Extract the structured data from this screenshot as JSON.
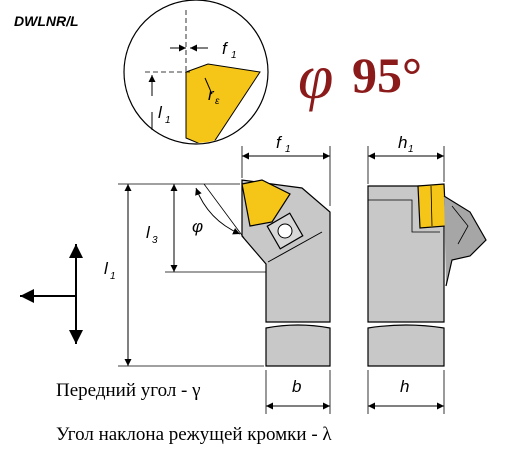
{
  "diagram": {
    "tool_code": "DWLNR/L",
    "angle_symbol": "φ",
    "angle_value": "95°",
    "labels": {
      "f1_detail": "f",
      "l1_detail": "l",
      "r_epsilon": "r",
      "r_epsilon_sub": "ε",
      "f1_top": "f",
      "h1_top": "h",
      "l1_side": "l",
      "l3": "l",
      "phi": "φ",
      "b": "b",
      "h": "h",
      "sub_1": "1",
      "sub_3": "3"
    },
    "captions": {
      "rake_angle": "Передний угол - γ",
      "inclination_angle": "Угол наклона режущей кромки - λ"
    },
    "colors": {
      "insert": "#f5c518",
      "holder": "#c8c8c8",
      "holder_dark": "#a6a6a6",
      "outline": "#000000",
      "angle_text": "#8b1a1a"
    }
  }
}
